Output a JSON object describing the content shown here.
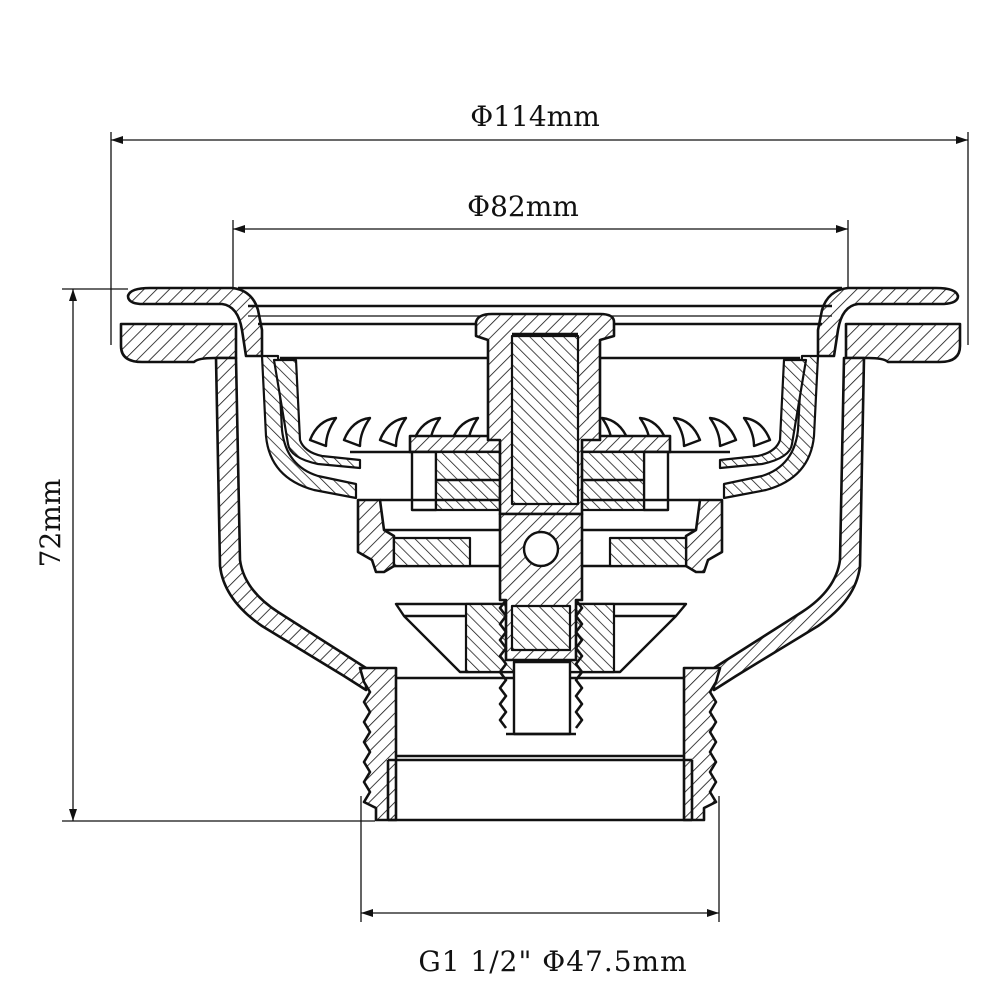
{
  "dimensions": {
    "flange_diameter": "Φ114mm",
    "basket_diameter": "Φ82mm",
    "height": "72mm",
    "thread_size": "G1 1/2\" Φ47.5mm"
  },
  "colors": {
    "line": "#111111",
    "background": "#ffffff"
  }
}
